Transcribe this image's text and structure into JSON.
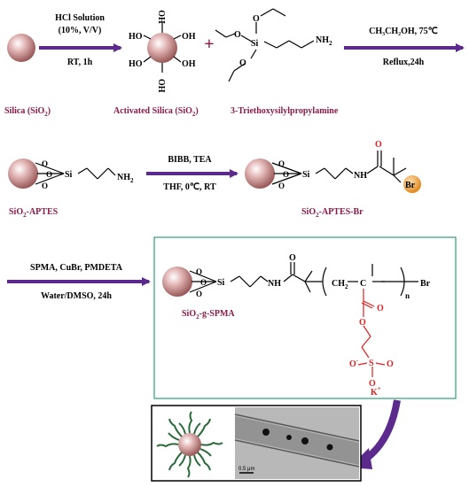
{
  "step1": {
    "reagent_top": "HCl Solution",
    "reagent_mid": "(10%, V/V)",
    "reagent_bottom": "RT, 1h"
  },
  "silica_label": "Silica (SiO",
  "silica_label_end": ")",
  "activated_label": "Activated Silica (SiO",
  "activated_label_end": ")",
  "aptes_name": "3-Triethoxysilylpropylamine",
  "plus": "+",
  "step2": {
    "reagent_top": "CH₃CH₂OH, 75℃",
    "reagent_bottom": "Reflux,24h"
  },
  "step3": {
    "reagent_top": "BIBB, TEA",
    "reagent_bottom": "THF, 0℃, RT"
  },
  "step4": {
    "reagent_top": "SPMA, CuBr, PMDETA",
    "reagent_bottom": "Water/DMSO, 24h"
  },
  "product1_label": "SiO",
  "product1_suffix": "-APTES",
  "product2_label": "SiO",
  "product2_suffix": "-APTES-Br",
  "product3_label": "SiO",
  "product3_suffix": "-g-SPMA",
  "atoms": {
    "OH": "OH",
    "HO": "HO",
    "Si": "Si",
    "O": "O",
    "NH2": "NH",
    "two": "2",
    "NH": "NH",
    "Br": "Br",
    "CH2": "CH",
    "C": "C",
    "n": "n",
    "K": "K",
    "plus": "+",
    "S": "S",
    "Ominus": "O",
    "minus": "-"
  },
  "scale_bar": "0.5 μm",
  "colors": {
    "arrow": "#5b2a8c",
    "label": "#8b1a4a",
    "box": "#2e9e7a",
    "red": "#e02020",
    "sphere": "#c89090",
    "orange": "#f0a040"
  }
}
